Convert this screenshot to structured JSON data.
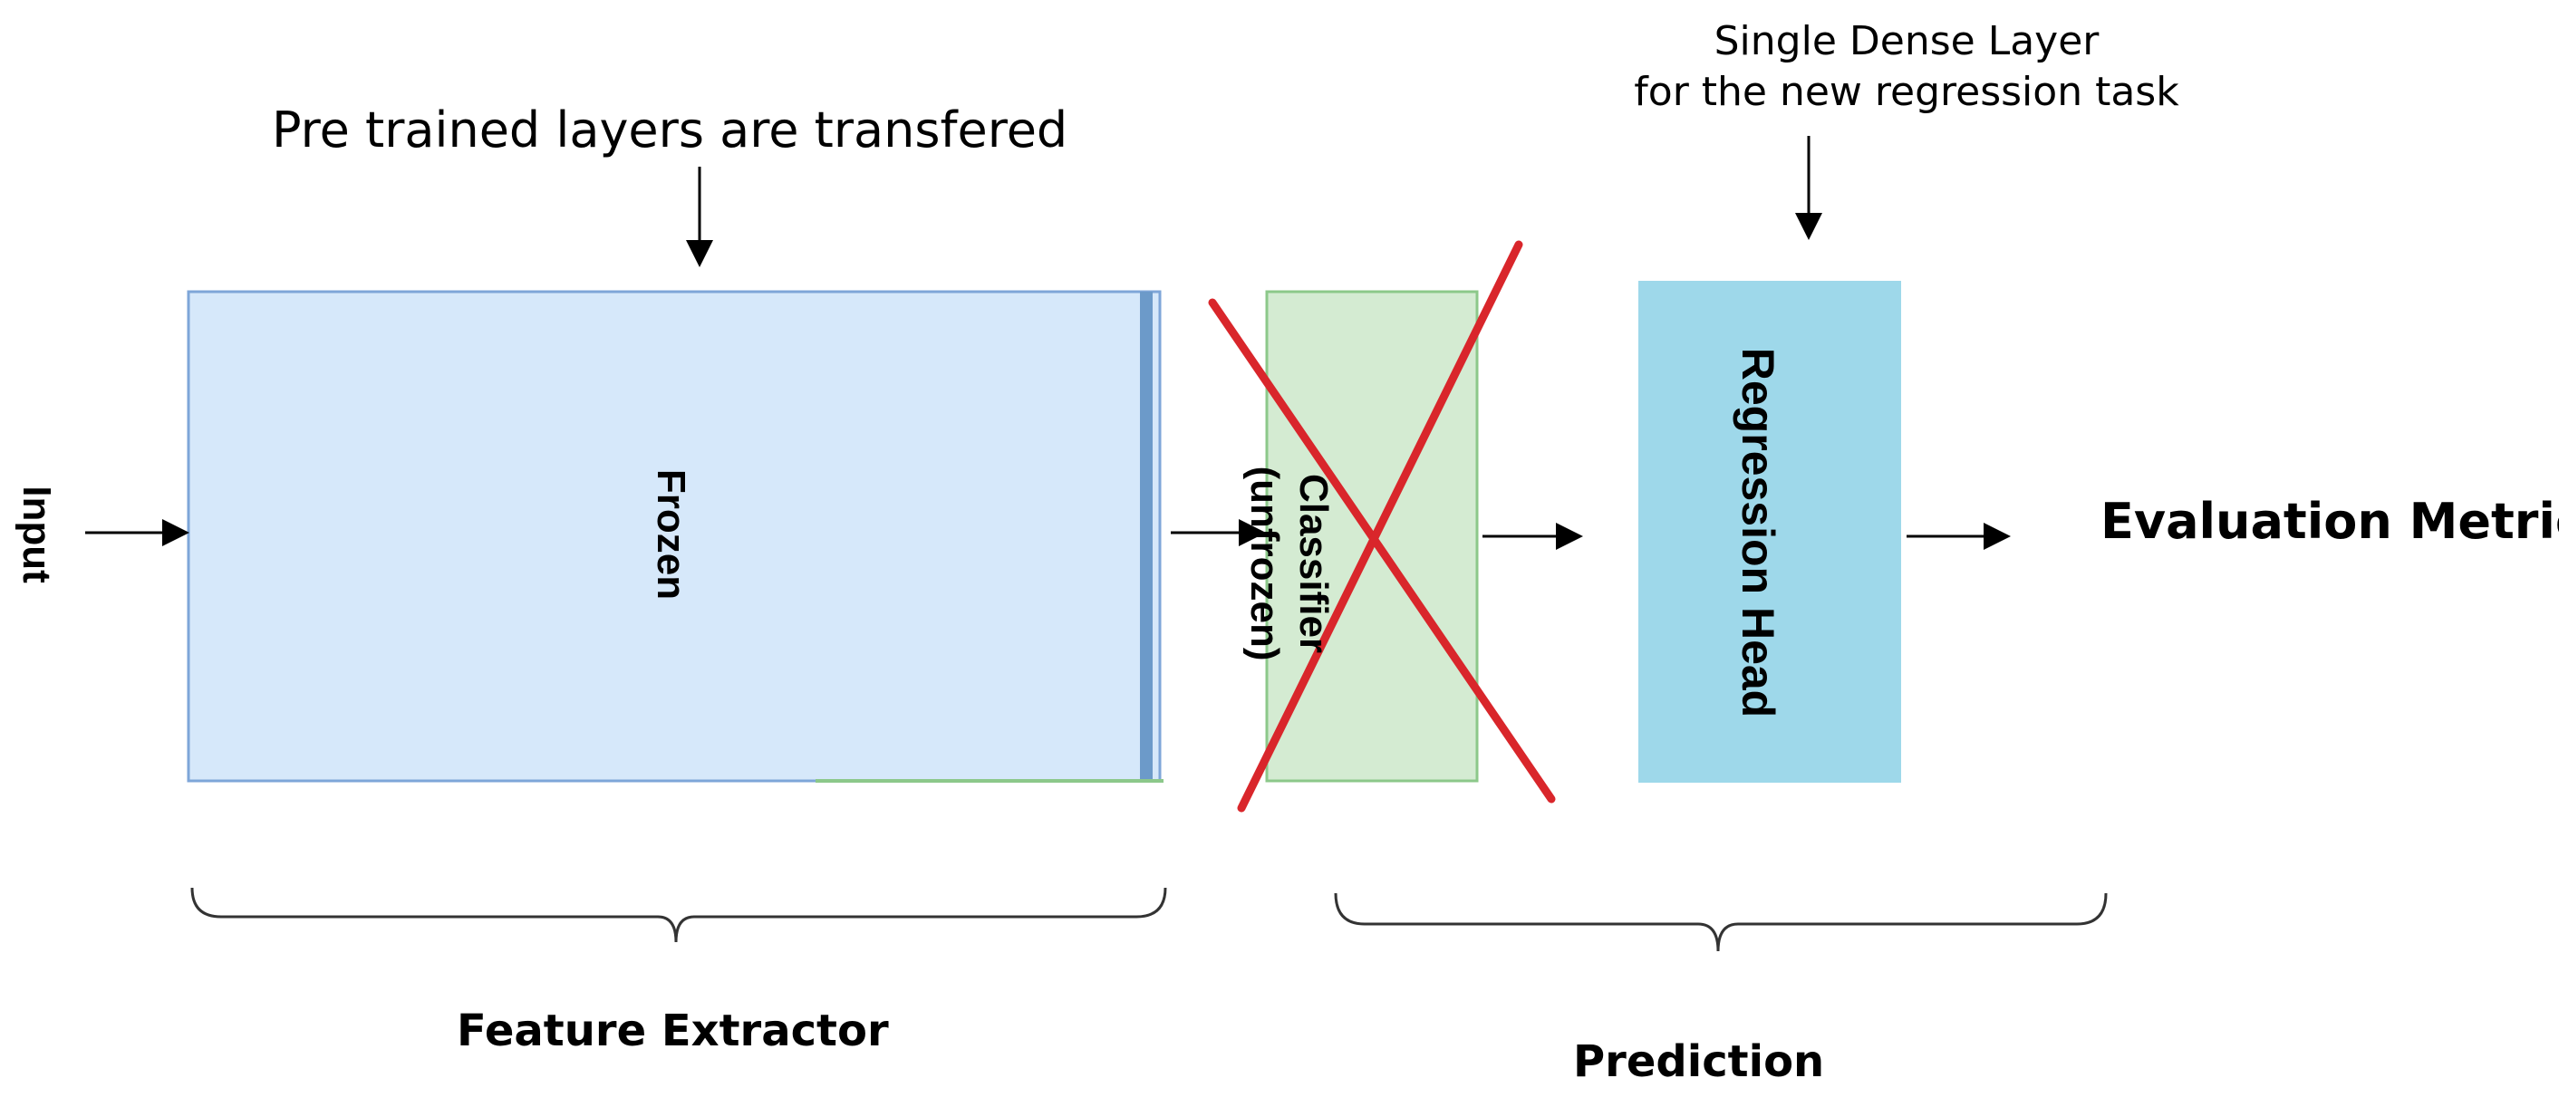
{
  "annotations": {
    "pretrained_note": "Pre trained layers are transfered",
    "dense_note_line1": "Single Dense Layer",
    "dense_note_line2": "for the new regression task"
  },
  "nodes": {
    "input": "Input",
    "frozen": "Frozen",
    "classifier_line1": "Classifier",
    "classifier_line2": "(unfrozen)",
    "regression_head": "Regression Head",
    "evaluation_metric": "Evaluation Metric"
  },
  "groups": {
    "feature_extractor": "Feature Extractor",
    "prediction": "Prediction"
  },
  "colors": {
    "frozen_fill": "#d6e8fa",
    "frozen_border": "#7ea6d8",
    "frozen_edge_strip": "#6c9ac9",
    "classifier_fill": "#d4ebd2",
    "classifier_border": "#8cc88a",
    "regression_fill": "#9ed8ea",
    "cross_mark": "#d9262b",
    "arrow": "#000000"
  }
}
